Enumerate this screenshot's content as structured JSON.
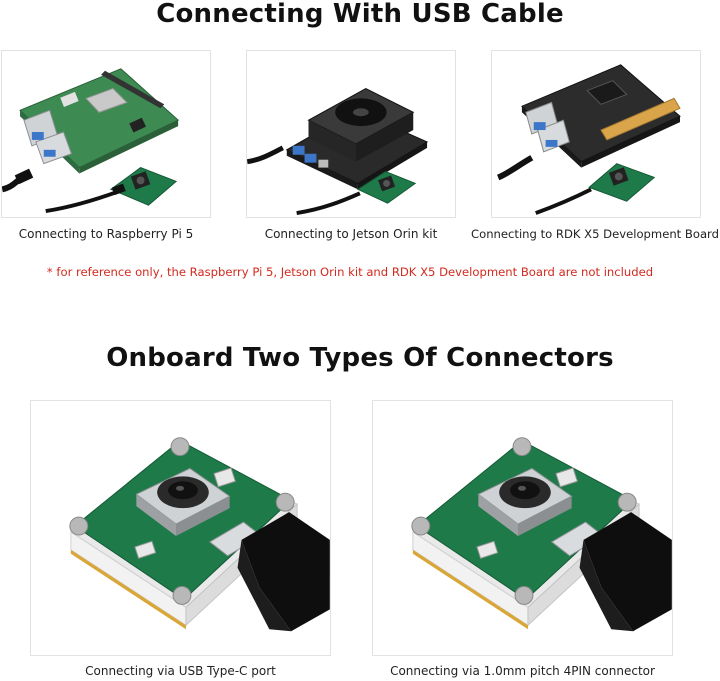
{
  "section_usb": {
    "title": "Connecting With USB Cable",
    "items": [
      {
        "caption": "Connecting to Raspberry Pi 5"
      },
      {
        "caption": "Connecting to Jetson Orin kit"
      },
      {
        "caption": "Connecting to RDK X5 Development Board"
      }
    ],
    "note": "* for reference only, the Raspberry Pi 5, Jetson Orin kit and RDK X5 Development Board are not included"
  },
  "section_connectors": {
    "title": "Onboard Two Types Of Connectors",
    "items": [
      {
        "caption": "Connecting via USB Type-C port"
      },
      {
        "caption": "Connecting via 1.0mm pitch 4PIN connector"
      }
    ]
  },
  "colors": {
    "pcb_green": "#1f7a4a",
    "note_red": "#d22a1e",
    "rpi_green": "#3d8a52",
    "rdk_orange": "#d9a44a"
  }
}
